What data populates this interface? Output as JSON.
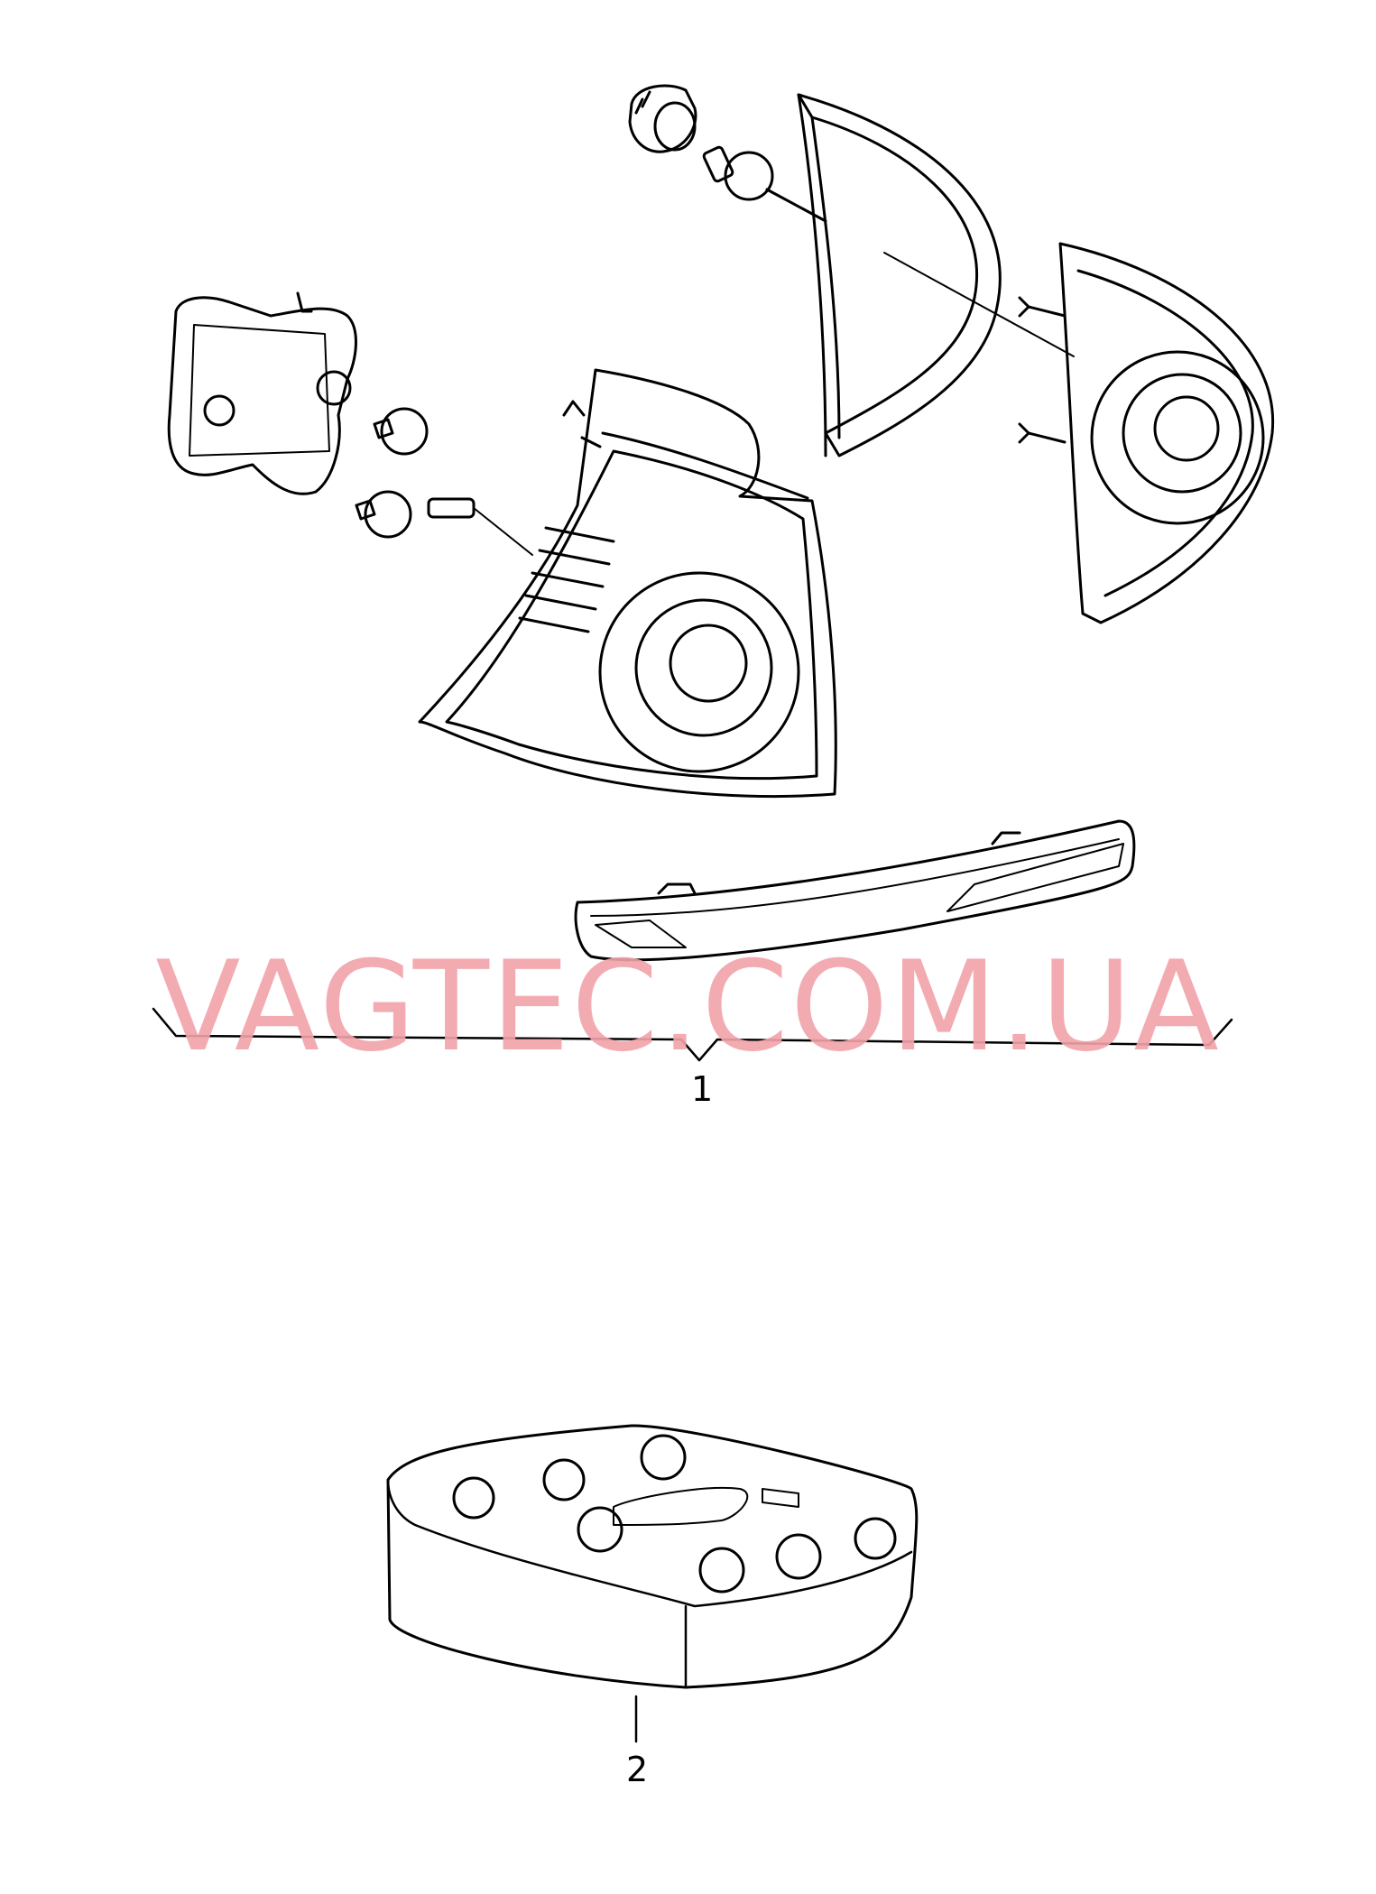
{
  "diagram": {
    "callouts": [
      {
        "id": "1",
        "label": "1"
      },
      {
        "id": "2",
        "label": "2"
      }
    ],
    "watermark": "VAGTEC.COM.UA"
  },
  "colors": {
    "line": "#000000",
    "watermark": "#f2a3aa",
    "background": "#ffffff"
  }
}
